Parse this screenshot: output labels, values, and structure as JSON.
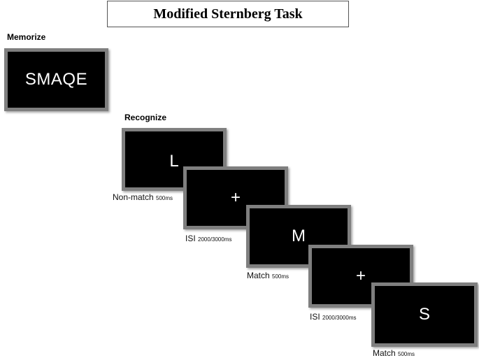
{
  "title": "Modified Sternberg Task",
  "memorize": {
    "label": "Memorize",
    "stimulus": "SMAQE"
  },
  "recognize": {
    "label": "Recognize",
    "trials": [
      {
        "stimulus": "L",
        "caption": "Non-match",
        "duration": "500ms"
      },
      {
        "stimulus": "+",
        "caption": "ISI",
        "duration": "2000/3000ms"
      },
      {
        "stimulus": "M",
        "caption": "Match",
        "duration": "500ms"
      },
      {
        "stimulus": "+",
        "caption": "ISI",
        "duration": "2000/3000ms"
      },
      {
        "stimulus": "S",
        "caption": "Match",
        "duration": "500ms"
      }
    ]
  },
  "colors": {
    "screen_fill": "#000000",
    "screen_border": "#7f7f7f",
    "stimulus_text": "#ffffff"
  }
}
